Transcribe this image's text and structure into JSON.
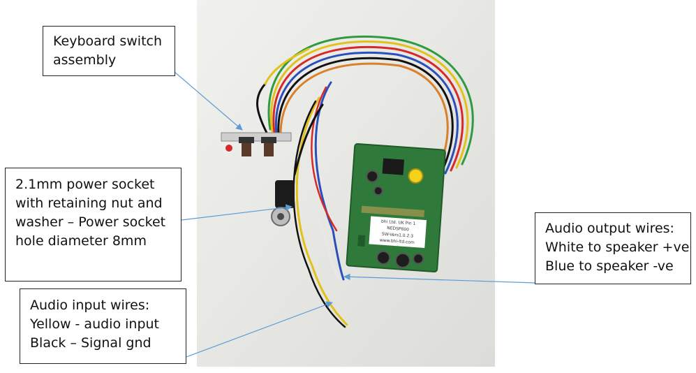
{
  "labels": {
    "keyboard_switch": [
      "Keyboard switch",
      "assembly"
    ],
    "power_socket": [
      "2.1mm power socket",
      "with retaining nut and",
      "washer – Power socket",
      "hole diameter 8mm"
    ],
    "audio_output": [
      "Audio output wires:",
      "White to speaker +ve",
      "Blue to speaker -ve"
    ],
    "audio_input": [
      "Audio input wires:",
      "Yellow - audio input",
      "Black – Signal gnd"
    ]
  },
  "board_silkscreen": {
    "line1": "bhi Ltd. UK  Pin 1",
    "line2": "NEDSP800",
    "line3": "SW-Vers1.0.2.3",
    "line4": "www.bhi-ltd.com"
  },
  "colors": {
    "leader_line": "#5b9bd5",
    "pcb": "#2f7a3a",
    "wire_colors": [
      "#e0c21a",
      "#111111",
      "#e8e8e8",
      "#2b4fb8",
      "#d62a2a",
      "#2f9a3f",
      "#d9802a"
    ]
  }
}
